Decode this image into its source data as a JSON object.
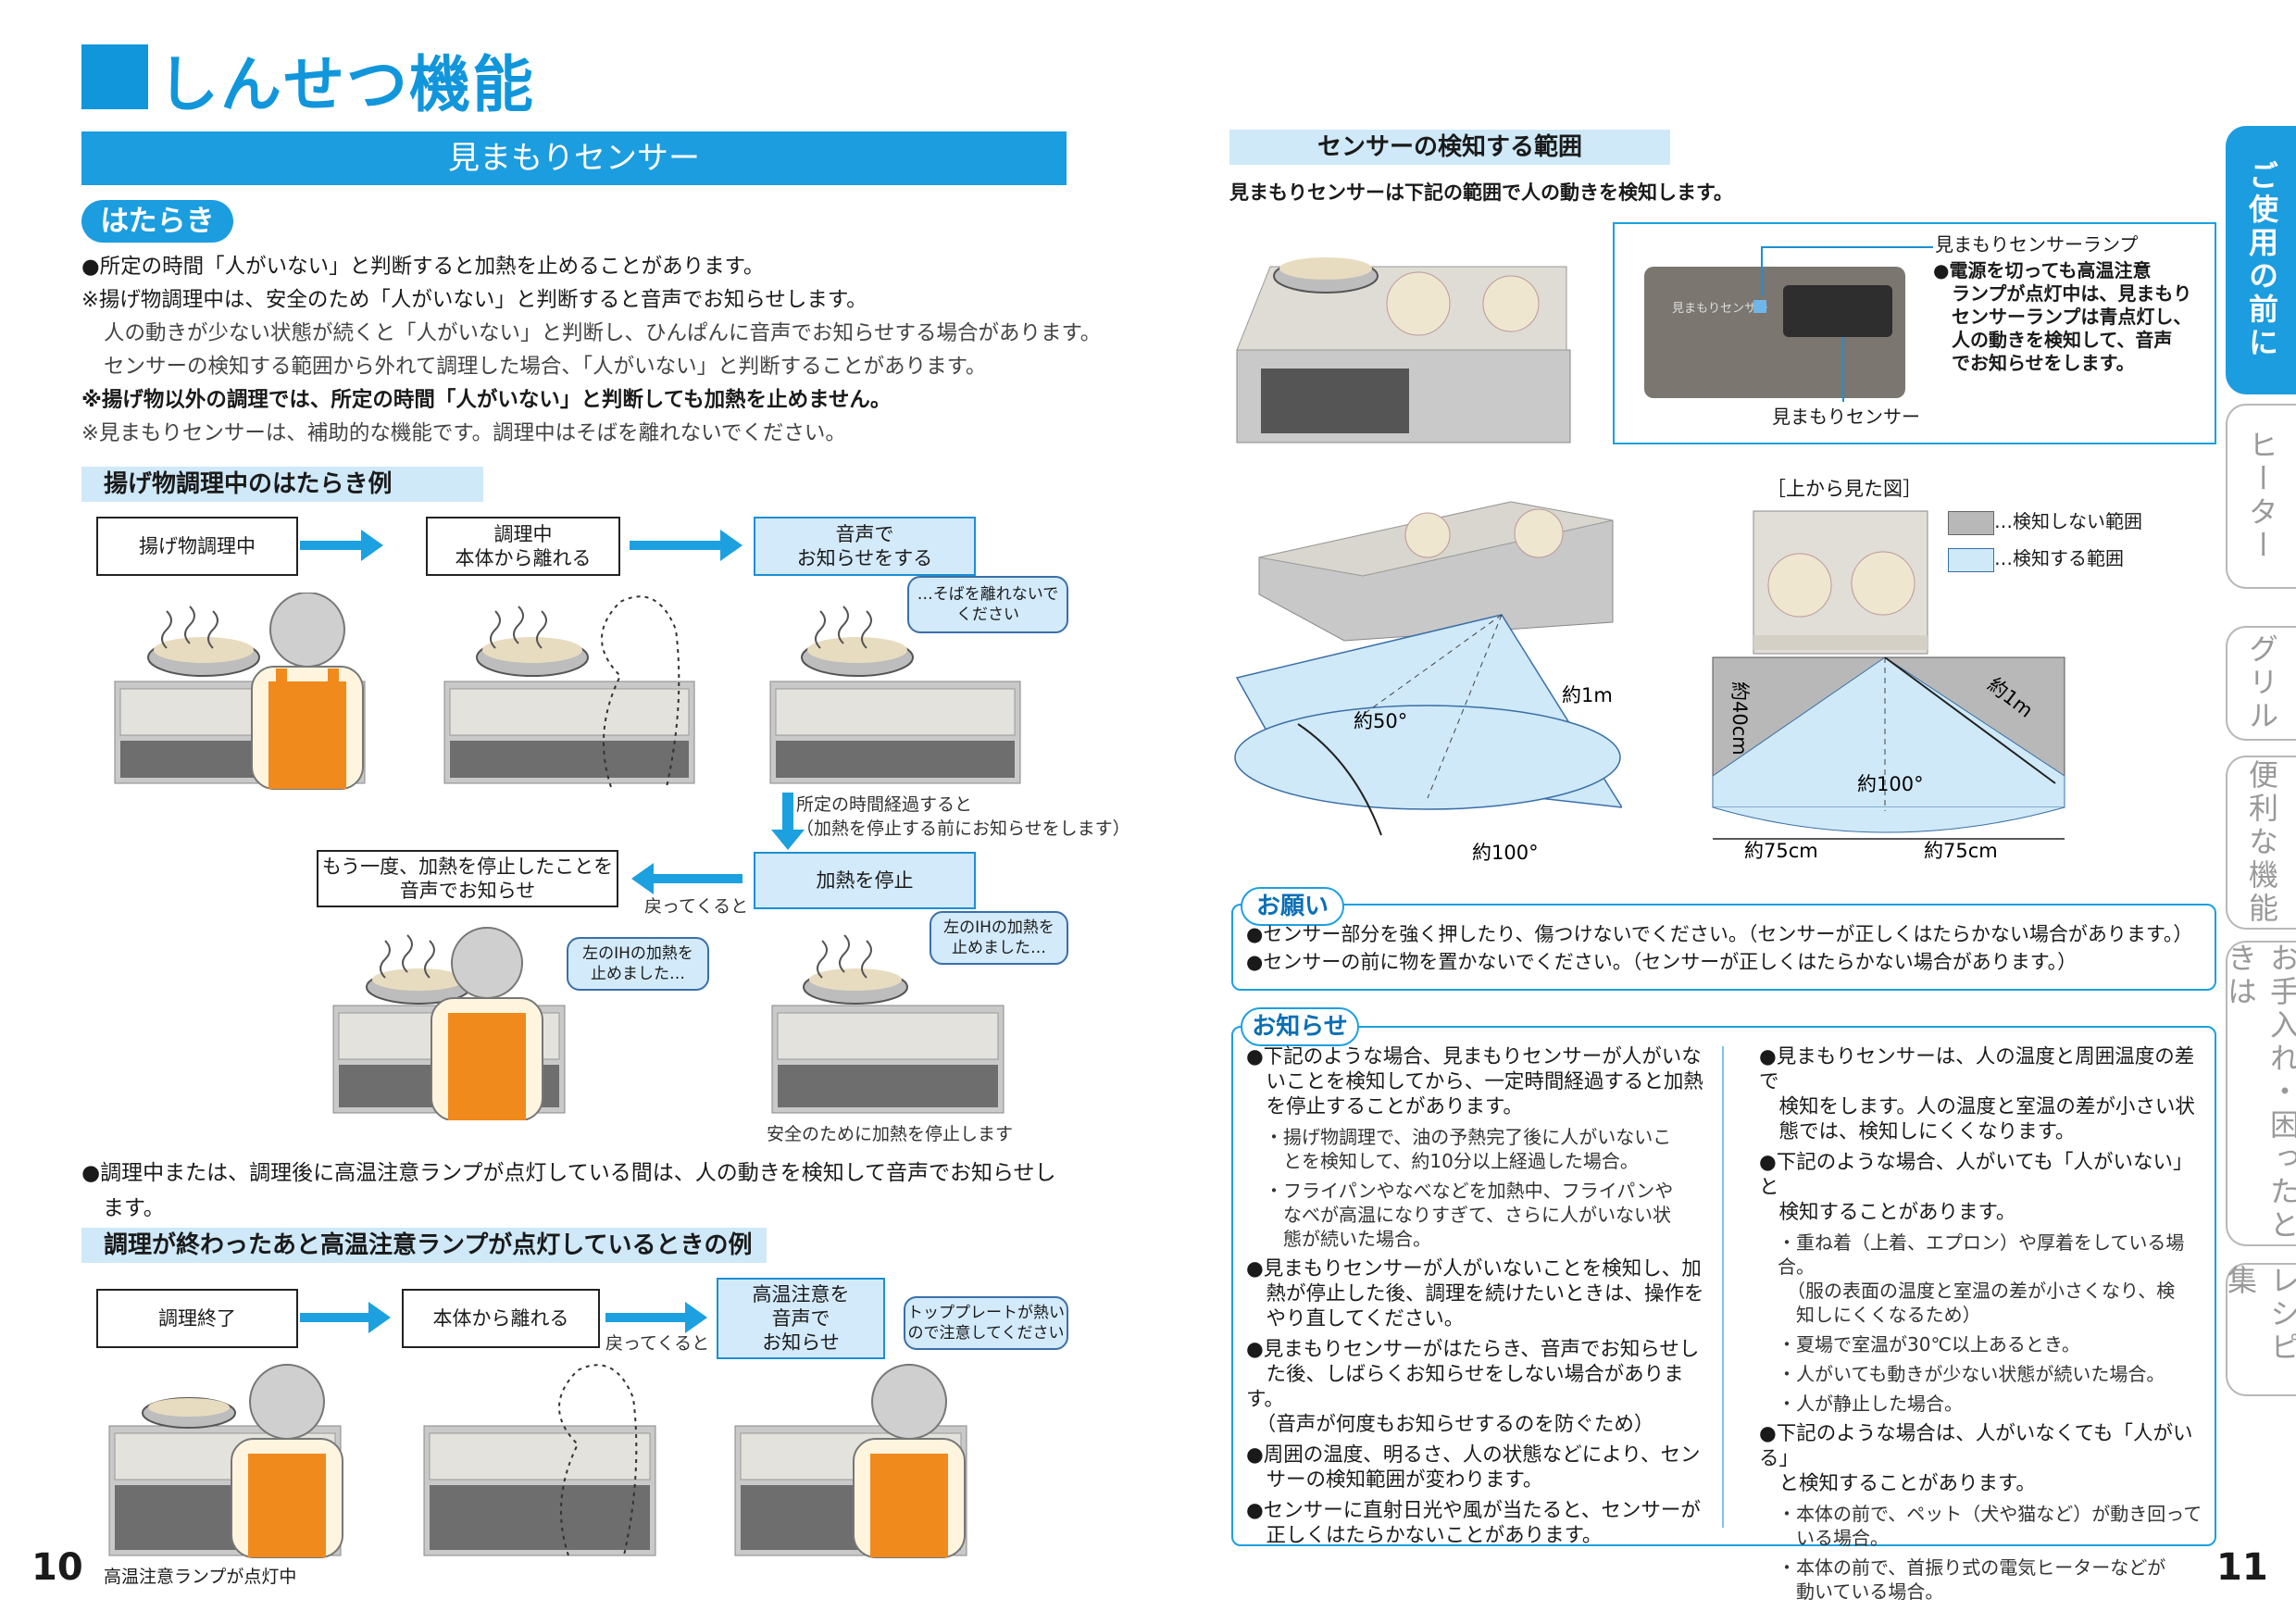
{
  "left": {
    "title": "しんせつ機能",
    "section_bar": "見まもりセンサー",
    "pill": "はたらき",
    "lines": [
      "●所定の時間「人がいない」と判断すると加熱を止めることがあります。",
      "※揚げ物調理中は、安全のため「人がいない」と判断すると音声でお知らせします。",
      "人の動きが少ない状態が続くと「人がいない」と判断し、ひんぱんに音声でお知らせする場合があります。",
      "センサーの検知する範囲から外れて調理した場合、「人がいない」と判断することがあります。",
      "※揚げ物以外の調理では、所定の時間「人がいない」と判断しても加熱を止めません。",
      "※見まもりセンサーは、補助的な機能です。調理中はそばを離れないでください。"
    ],
    "example1": {
      "heading": "揚げ物調理中のはたらき例",
      "box1": "揚げ物調理中",
      "box2": "調理中\n本体から離れる",
      "box3": "音声で\nお知らせをする",
      "bubble1": "…そばを離れないで\nください",
      "down_note": "所定の時間経過すると\n（加熱を停止する前にお知らせをします）",
      "box4": "加熱を停止",
      "box5": "もう一度、加熱を停止したことを\n音声でお知らせ",
      "back_label": "戻ってくると",
      "bubble2": "左のIHの加熱を\n止めました…",
      "bubble3": "左のIHの加熱を\n止めました…",
      "caption": "安全のために加熱を停止します"
    },
    "note2": "●調理中または、調理後に高温注意ランプが点灯している間は、人の動きを検知して音声でお知らせし\n　ます。",
    "example2": {
      "heading": "調理が終わったあと高温注意ランプが点灯しているときの例",
      "box1": "調理終了",
      "box2": "本体から離れる",
      "box3": "高温注意を\n音声で\nお知らせ",
      "back_label": "戻ってくると",
      "bubble": "トッププレートが熱い\nので注意してください",
      "caption": "高温注意ランプが点灯中"
    },
    "page_number": "10"
  },
  "right": {
    "range_heading": "センサーの検知する範囲",
    "range_intro": "見まもりセンサーは下記の範囲で人の動きを検知します。",
    "lamp_label": "見まもりセンサーランプ",
    "lamp_note": "●電源を切っても高温注意\n　ランプが点灯中は、見まもり\n　センサーランプは青点灯し、\n　人の動きを検知して、音声\n　でお知らせをします。",
    "sensor_label": "見まもりセンサー",
    "panel_text": "見まもりセンサー",
    "top_view_label": "［上から見た図］",
    "legend_no": "…検知しない範囲",
    "legend_yes": "…検知する範囲",
    "dim_1m_a": "約1m",
    "dim_50": "約50°",
    "dim_100_a": "約100°",
    "dim_40": "約40cm",
    "dim_1m_b": "約1m",
    "dim_100_b": "約100°",
    "dim_75_left": "約75cm",
    "dim_75_right": "約75cm",
    "request_tag": "お願い",
    "request_lines": [
      "●センサー部分を強く押したり、傷つけないでください。（センサーが正しくはたらかない場合があります。）",
      "●センサーの前に物を置かないでください。（センサーが正しくはたらかない場合があります。）"
    ],
    "notice_tag": "お知らせ",
    "notice_left": [
      {
        "t": "●下記のような場合、見まもりセンサーが人がいな\n　いことを検知してから、一定時間経過すると加熱\n　を停止することがあります。",
        "s": false
      },
      {
        "t": "・揚げ物調理で、油の予熱完了後に人がいないこ\n　とを検知して、約10分以上経過した場合。",
        "s": true
      },
      {
        "t": "・フライパンやなべなどを加熱中、フライパンや\n　なべが高温になりすぎて、さらに人がいない状\n　態が続いた場合。",
        "s": true
      },
      {
        "t": "●見まもりセンサーが人がいないことを検知し、加\n　熱が停止した後、調理を続けたいときは、操作を\n　やり直してください。",
        "s": false
      },
      {
        "t": "●見まもりセンサーがはたらき、音声でお知らせし\n　た後、しばらくお知らせをしない場合があります。\n　（音声が何度もお知らせするのを防ぐため）",
        "s": false
      },
      {
        "t": "●周囲の温度、明るさ、人の状態などにより、セン\n　サーの検知範囲が変わります。",
        "s": false
      },
      {
        "t": "●センサーに直射日光や風が当たると、センサーが\n　正しくはたらかないことがあります。",
        "s": false
      }
    ],
    "notice_right": [
      {
        "t": "●見まもりセンサーは、人の温度と周囲温度の差で\n　検知をします。人の温度と室温の差が小さい状\n　態では、検知しにくくなります。",
        "s": false
      },
      {
        "t": "●下記のような場合、人がいても「人がいない」と\n　検知することがあります。",
        "s": false
      },
      {
        "t": "・重ね着（上着、エプロン）や厚着をしている場合。\n　（服の表面の温度と室温の差が小さくなり、検\n　知しにくくなるため）",
        "s": true
      },
      {
        "t": "・夏場で室温が30℃以上あるとき。",
        "s": true
      },
      {
        "t": "・人がいても動きが少ない状態が続いた場合。",
        "s": true
      },
      {
        "t": "・人が静止した場合。",
        "s": true
      },
      {
        "t": "●下記のような場合は、人がいなくても「人がいる」\n　と検知することがあります。",
        "s": false
      },
      {
        "t": "・本体の前で、ペット（犬や猫など）が動き回って\n　いる場合。",
        "s": true
      },
      {
        "t": "・本体の前で、首振り式の電気ヒーターなどが\n　動いている場合。",
        "s": true
      }
    ],
    "page_number": "11"
  },
  "side_tabs": [
    {
      "label": "ご使用の前に",
      "active": true
    },
    {
      "label": "ヒーター",
      "active": false
    },
    {
      "label": "グリル",
      "active": false
    },
    {
      "label": "便利な機能",
      "active": false
    },
    {
      "label": "お手入れ・困ったときは",
      "active": false
    },
    {
      "label": "レシピ集",
      "active": false
    }
  ],
  "colors": {
    "accent": "#1c9de0",
    "light_blue": "#d3eafa",
    "apron": "#f08a1c"
  }
}
